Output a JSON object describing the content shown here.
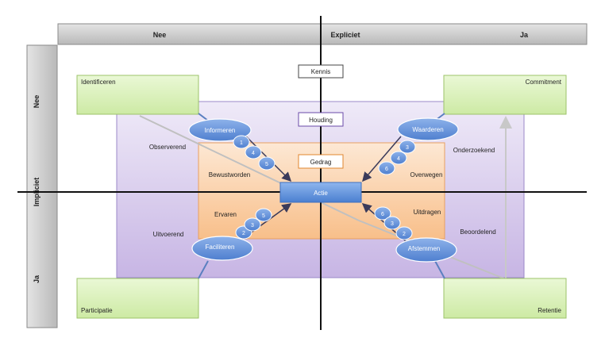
{
  "header": {
    "left": "Nee",
    "center": "Expliciet",
    "right": "Ja"
  },
  "side": {
    "top": "Nee",
    "center": "Impliciet",
    "bottom": "Ja"
  },
  "levels": {
    "kennis": "Kennis",
    "houding": "Houding",
    "gedrag": "Gedrag",
    "actie": "Actie"
  },
  "corners": {
    "top_left": "Identificeren",
    "top_right": "Commitment",
    "bottom_left": "Participatie",
    "bottom_right": "Retentie"
  },
  "regions": {
    "observerend": "Observerend",
    "onderzoekend": "Onderzoekend",
    "uitvoerend": "Uitvoerend",
    "beoordelend": "Beoordelend",
    "bewustworden": "Bewustworden",
    "overwegen": "Overwegen",
    "ervaren": "Ervaren",
    "uitdragen": "Uitdragen"
  },
  "ovals": {
    "informeren": "Informeren",
    "waarderen": "Waarderen",
    "faciliteren": "Faciliteren",
    "afstemmen": "Afstemmen"
  },
  "steps": {
    "tl": [
      "1",
      "4",
      "5"
    ],
    "tr": [
      "3",
      "4",
      "6"
    ],
    "bl": [
      "2",
      "3",
      "5"
    ],
    "br": [
      "6",
      "3",
      "2"
    ]
  },
  "colors": {
    "header_gray": "#c8c8c8",
    "corner_green": "#d7f0b4",
    "outer_purple": "#d9cdee",
    "inner_orange": "#fbd2a8",
    "oval_blue": "#6a94d8",
    "actie_blue": "#5b8fd6"
  }
}
